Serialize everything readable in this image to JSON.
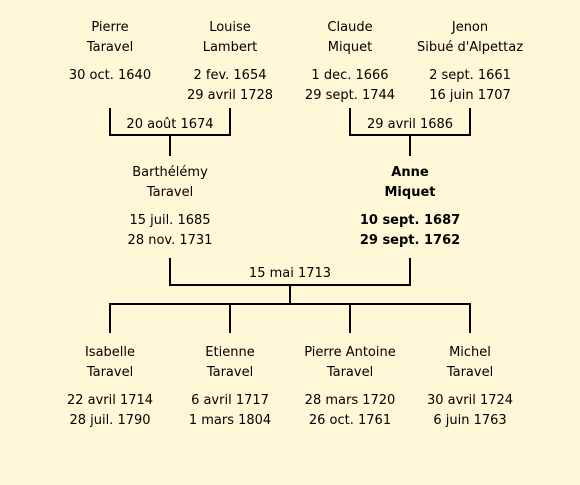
{
  "grandparents": [
    {
      "first": "Pierre",
      "last": "Taravel",
      "birth": "30 oct. 1640",
      "death": ""
    },
    {
      "first": "Louise",
      "last": "Lambert",
      "birth": "2 fev. 1654",
      "death": "29 avril 1728"
    },
    {
      "first": "Claude",
      "last": "Miquet",
      "birth": "1 dec. 1666",
      "death": "29 sept. 1744"
    },
    {
      "first": "Jenon",
      "last": "Sibué d'Alpettaz",
      "birth": "2 sept. 1661",
      "death": "16 juin 1707"
    }
  ],
  "grandparent_marriages": [
    "20 août 1674",
    "29 avril 1686"
  ],
  "parents": [
    {
      "first": "Barthélémy",
      "last": "Taravel",
      "birth": "15 juil. 1685",
      "death": "28 nov. 1731"
    },
    {
      "first": "Anne",
      "last": "Miquet",
      "birth": "10 sept. 1687",
      "death": "29 sept. 1762"
    }
  ],
  "parent_marriage": "15 mai 1713",
  "children": [
    {
      "first": "Isabelle",
      "last": "Taravel",
      "birth": "22 avril 1714",
      "death": "28 juil. 1790"
    },
    {
      "first": "Etienne",
      "last": "Taravel",
      "birth": "6 avril 1717",
      "death": "1 mars 1804"
    },
    {
      "first": "Pierre Antoine",
      "last": "Taravel",
      "birth": "28 mars 1720",
      "death": "26 oct. 1761"
    },
    {
      "first": "Michel",
      "last": "Taravel",
      "birth": "30 avril 1724",
      "death": "6 juin 1763"
    }
  ]
}
